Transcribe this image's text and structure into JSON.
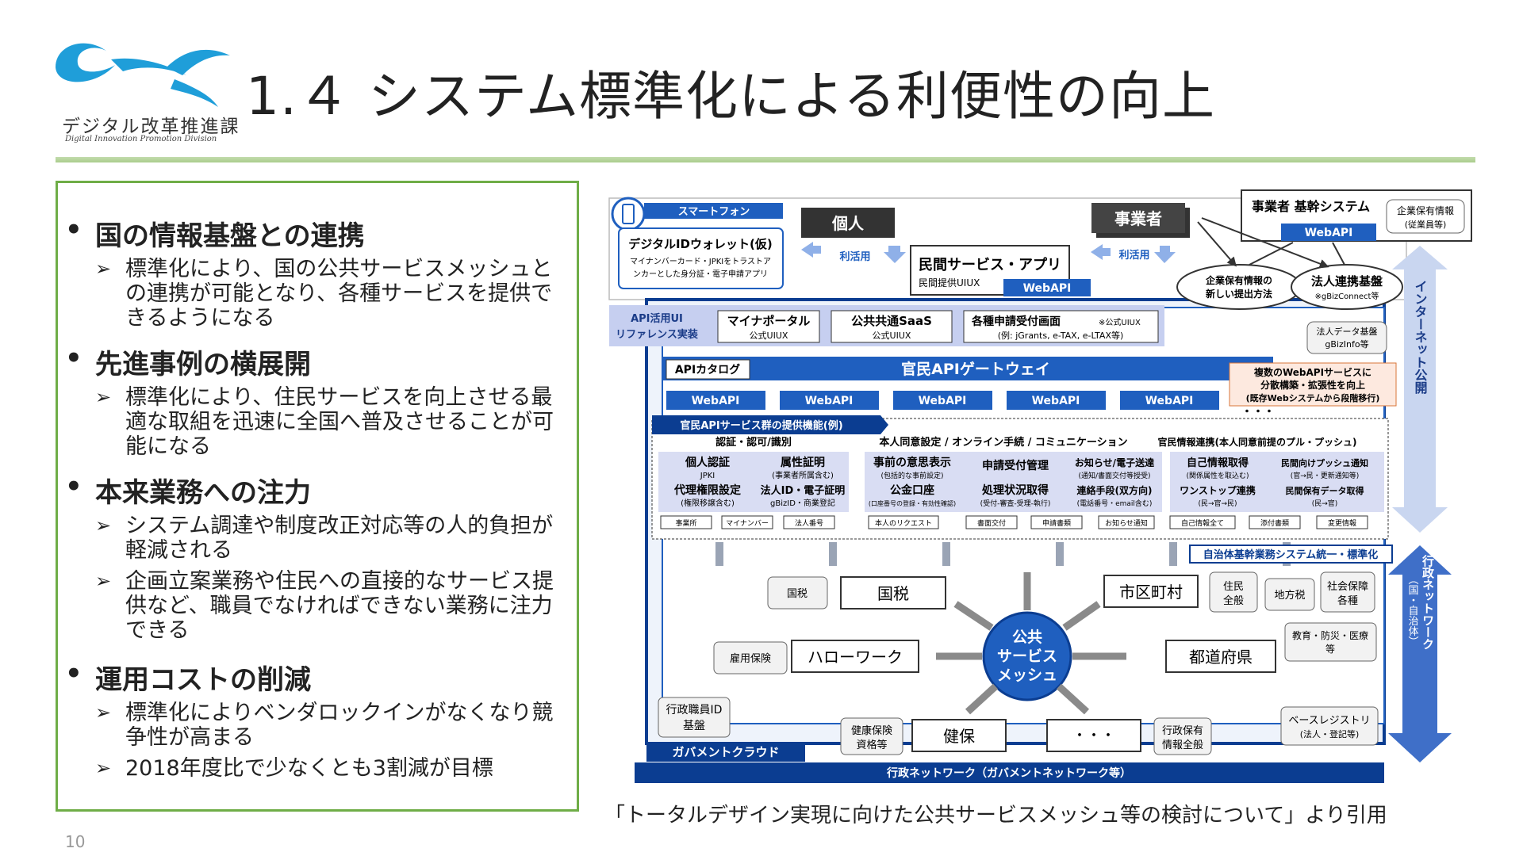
{
  "header": {
    "org_name": "デジタル改革推進課",
    "org_name_en": "Digital Innovation Promotion Division",
    "title": "1.４ システム標準化による利便性の向上"
  },
  "bullets": [
    {
      "heading": "国の情報基盤との連携",
      "subs": [
        "標準化により、国の公共サービスメッシュとの連携が可能となり、各種サービスを提供できるようになる"
      ]
    },
    {
      "heading": "先進事例の横展開",
      "subs": [
        "標準化により、住民サービスを向上させる最適な取組を迅速に全国へ普及させることが可能になる"
      ]
    },
    {
      "heading": "本来業務への注力",
      "subs": [
        "システム調達や制度改正対応等の人的負担が軽減される",
        "企画立案業務や住民への直接的なサービス提供など、職員でなければできない業務に注力できる"
      ]
    },
    {
      "heading": "運用コストの削減",
      "subs": [
        "標準化によりベンダロックインがなくなり競争性が高まる",
        "2018年度比で少なくとも3割減が目標"
      ]
    }
  ],
  "diagram": {
    "smartphone": "スマートフォン",
    "wallet_title": "デジタルIDウォレット(仮)",
    "wallet_desc1": "マイナンバーカード・JPKIをトラストア",
    "wallet_desc2": "ンカーとした身分証・電子申請アプリ",
    "individual": "個人",
    "business": "事業者",
    "usage1": "利活用",
    "usage2": "利活用",
    "private_service": "民間サービス・アプリ",
    "private_uiux": "民間提供UIUX",
    "webapi": "WebAPI",
    "core_system": "事業者 基幹システム",
    "corp_info": "企業保有情報",
    "employee": "(従業員等)",
    "new_method1": "企業保有情報の",
    "new_method2": "新しい提出方法",
    "corp_base": "法人連携基盤",
    "gbizconnect": "※gBizConnect等",
    "corp_db1": "法人データ基盤",
    "corp_db2": "gBizInfo等",
    "api_ui1": "API活用UI",
    "api_ui2": "リファレンス実装",
    "mynaportal": "マイナポータル",
    "public_uiux": "公式UIUX",
    "saas": "公共共通SaaS",
    "saas_uiux": "公式UIUX",
    "apply_title": "各種申請受付画面",
    "apply_note": "※公式UIUX",
    "apply_ex": "(例: jGrants, e-TAX, e-LTAX等)",
    "api_catalog": "APIカタログ",
    "gateway": "官民APIゲートウェイ",
    "distributed1": "複数のWebAPIサービスに",
    "distributed2": "分散構築・拡張性を向上",
    "distributed3": "(既存Webシステムから段階移行)",
    "ellipsis": "・・・",
    "service_functions": "官民APIサービス群の提供機能(例)",
    "cat_auth": "認証・認可/識別",
    "cat_consent": "本人同意設定 / オンライン手続 / コミュニケーション",
    "cat_link": "官民情報連携(本人同意前提のプル・プッシュ)",
    "f_auth": "個人認証",
    "f_auth_sub": "JPKI",
    "f_attr": "属性証明",
    "f_attr_sub": "(事業者所属含む)",
    "f_proxy": "代理権限設定",
    "f_proxy_sub": "(権限移譲含む)",
    "f_corpid": "法人ID・電子証明",
    "f_corpid_sub": "gBizID・商業登記",
    "f_intent": "事前の意思表示",
    "f_intent_sub": "(包括的な事前設定)",
    "f_receipt": "申請受付管理",
    "f_notice": "お知らせ/電子送達",
    "f_notice_sub": "(通知/書面交付等授受)",
    "f_account": "公金口座",
    "f_account_sub": "(口座番号の登録・有効性確認)",
    "f_status": "処理状況取得",
    "f_status_sub": "(受付-審査-受理-執行)",
    "f_contact": "連絡手段(双方向)",
    "f_contact_sub": "(電話番号・email含む)",
    "f_self": "自己情報取得",
    "f_self_sub": "(関係属性を取込む)",
    "f_push": "民間向けプッシュ通知",
    "f_push_sub": "(官→民・更新通知等)",
    "f_onestop": "ワンストップ連携",
    "f_onestop_sub": "(民→官→民)",
    "f_pdata": "民間保有データ取得",
    "f_pdata_sub": "(民→官)",
    "r_biz": "事業所",
    "r_myna": "マイナンバー",
    "r_corpno": "法人番号",
    "r_request": "本人のリクエスト",
    "r_doc": "書面交付",
    "r_appdoc": "申請書類",
    "r_notify": "お知らせ通知",
    "r_selfall": "自己情報全て",
    "r_attach": "添付書類",
    "r_change": "変更情報",
    "local_std": "自治体基幹業務システム統一・標準化",
    "mesh1": "公共",
    "mesh2": "サービス",
    "mesh3": "メッシュ",
    "kokuzei_db": "国税",
    "kokuzei": "国税",
    "city": "市区町村",
    "jumin1": "住民",
    "jumin2": "全般",
    "chiho": "地方税",
    "shakai1": "社会保障",
    "shakai2": "各種",
    "koyo": "雇用保険",
    "hello": "ハローワーク",
    "todofuken": "都道府県",
    "edu1": "教育・防災・医療",
    "edu2": "等",
    "staffid1": "行政職員ID",
    "staffid2": "基盤",
    "kenpo_db1": "健康保険",
    "kenpo_db2": "資格等",
    "kenpo": "健保",
    "dots": "・・・",
    "gov_info1": "行政保有",
    "gov_info2": "情報全般",
    "base_reg1": "ベースレジストリ",
    "base_reg2": "(法人・登記等)",
    "gov_cloud": "ガバメントクラウド",
    "gov_network": "行政ネットワーク（ガバメントネットワーク等）",
    "internet_public": "インターネット公開",
    "gov_network_v": "行政ネットワーク",
    "gov_network_sub": "（国・自治体）"
  },
  "caption": "「トータルデザイン実現に向けた公共サービスメッシュ等の検討について」より引用",
  "page_number": "10",
  "colors": {
    "green": "#6fad47",
    "navy": "#0b3d91",
    "blue": "#1f5fbf",
    "lavender": "#d9ddf3"
  }
}
